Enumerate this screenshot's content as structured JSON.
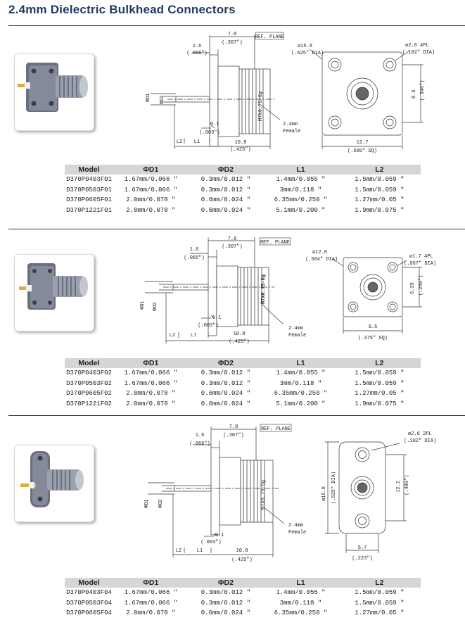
{
  "page": {
    "title": "2.4mm Dielectric Bulkhead Connectors"
  },
  "table_headers": [
    "Model",
    "ΦD1",
    "ΦD2",
    "L1",
    "L2"
  ],
  "sections": [
    {
      "side_labels": {
        "dim_top": "7.8",
        "dim_top_in": "(.307\")",
        "ref_plane": "REF. PLANE",
        "flange": "1.6",
        "flange_in": "(.065\")",
        "d1": "ΦD1",
        "d2": "ΦD2",
        "thread": "M7X0.75-6g",
        "gap": "0.1",
        "gap_in": "(.003\")",
        "len": "10.8",
        "len_in": "(.425\")",
        "l2": "L2",
        "l1": "L1",
        "female_1": "2.4mm",
        "female_2": "Female"
      },
      "front_labels": {
        "dia": "ø15.8",
        "dia_in": "(.625\" DIA)",
        "holes": "ø2.6 4PL",
        "holes_in": "(.102\" DIA)",
        "height": "8.6",
        "height_in": "(.340\")",
        "width": "12.7",
        "width_in": "(.500\" SQ)"
      },
      "rows": [
        [
          "D370P0403F01",
          "1.67mm/0.066 \"",
          "0.3mm/0.012 \"",
          "1.4mm/0.055 \"",
          "1.5mm/0.059 \""
        ],
        [
          "D370P0503F01",
          "1.67mm/0.066 \"",
          "0.3mm/0.012 \"",
          "3mm/0.118 \"",
          "1.5mm/0.059 \""
        ],
        [
          "D370P0605F01",
          "2.0mm/0.078 \"",
          "0.6mm/0.024 \"",
          "6.35mm/0.250 \"",
          "1.27mm/0.05 \""
        ],
        [
          "D370P1221F01",
          "2.0mm/0.078 \"",
          "0.6mm/0.024 \"",
          "5.1mm/0.200 \"",
          "1.9mm/0.075 \""
        ]
      ]
    },
    {
      "side_labels": {
        "dim_top": "7.8",
        "dim_top_in": "(.307\")",
        "ref_plane": "REF. PLANE",
        "flange": "1.6",
        "flange_in": "(.065\")",
        "d1": "ΦD1",
        "d2": "ΦD2",
        "thread": "M7X0.75-6g",
        "gap": "0.1",
        "gap_in": "(.003\")",
        "len": "10.8",
        "len_in": "(.425\")",
        "l2": "L2",
        "l1": "L1",
        "female_1": "2.4mm",
        "female_2": "Female"
      },
      "front_labels": {
        "dia": "ø12.8",
        "dia_in": "(.504\" DIA)",
        "holes": "ø1.7 4PL",
        "holes_in": "(.067\" DIA)",
        "height": "6.35",
        "height_in": "(.250\")",
        "width": "9.5",
        "width_in": "(.375\" SQ)"
      },
      "rows": [
        [
          "D370P0403F02",
          "1.67mm/0.066 \"",
          "0.3mm/0.012 \"",
          "1.4mm/0.055 \"",
          "1.5mm/0.059 \""
        ],
        [
          "D370P0503F02",
          "1.67mm/0.066 \"",
          "0.3mm/0.012 \"",
          "3mm/0.118 \"",
          "1.5mm/0.059 \""
        ],
        [
          "D370P0605F02",
          "2.0mm/0.078 \"",
          "0.6mm/0.024 \"",
          "6.35mm/0.250 \"",
          "1.27mm/0.05 \""
        ],
        [
          "D370P1221F02",
          "2.0mm/0.078 \"",
          "0.6mm/0.024 \"",
          "5.1mm/0.200 \"",
          "1.9mm/0.075 \""
        ]
      ]
    },
    {
      "side_labels": {
        "dim_top": "7.8",
        "dim_top_in": "(.307\")",
        "ref_plane": "REF. PLANE",
        "flange": "1.6",
        "flange_in": "(.066\")",
        "d1": "ΦD1",
        "d2": "ΦD2",
        "thread": "M7X0.75-6g",
        "gap": "0.1",
        "gap_in": "(.003\")",
        "len": "10.8",
        "len_in": "(.425\")",
        "l2": "L2",
        "l1": "L1",
        "female_1": "2.4mm",
        "female_2": "Female"
      },
      "front_labels": {
        "dia": "ø15.8",
        "dia_in": "(.625\" DIA)",
        "holes": "ø2.6 2PL",
        "holes_in": "(.102\" DIA)",
        "height": "12.2",
        "height_in": "(.480\")",
        "width": "5.7",
        "width_in": "(.223\")"
      },
      "rows": [
        [
          "D370P0403F04",
          "1.67mm/0.066 \"",
          "0.3mm/0.012 \"",
          "1.4mm/0.055 \"",
          "1.5mm/0.059 \""
        ],
        [
          "D370P0503F04",
          "1.67mm/0.066 \"",
          "0.3mm/0.012 \"",
          "3mm/0.118 \"",
          "1.5mm/0.059 \""
        ],
        [
          "D370P0605F04",
          "2.0mm/0.078 \"",
          "0.6mm/0.024 \"",
          "6.35mm/0.250 \"",
          "1.27mm/0.05 \""
        ]
      ]
    }
  ]
}
